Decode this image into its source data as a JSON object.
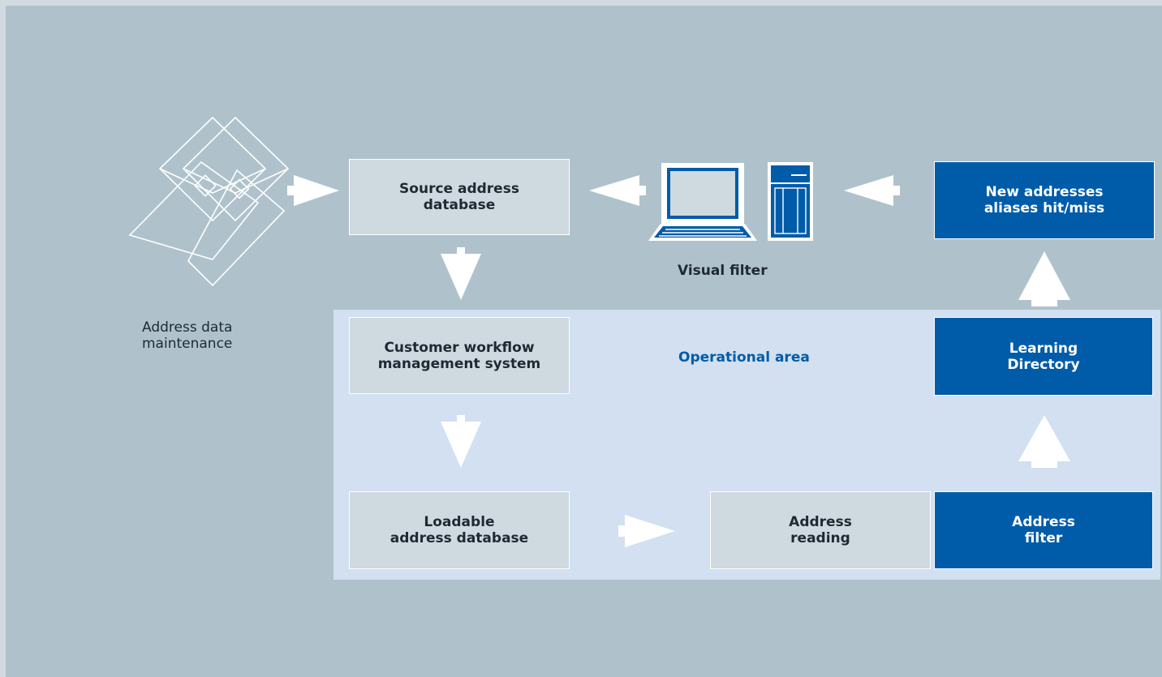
{
  "diagram": {
    "boxes": {
      "source_db": "Source address\ndatabase",
      "workflow": "Customer workflow\nmanagement system",
      "loadable_db": "Loadable\naddress database",
      "address_reading": "Address\nreading",
      "address_filter": "Address\nfilter",
      "learning_directory": "Learning\nDirectory",
      "new_addresses": "New addresses\naliases hit/miss"
    },
    "labels": {
      "maintenance": "Address data\nmaintenance",
      "visual_filter": "Visual filter",
      "operational_area": "Operational area"
    },
    "icons": [
      "envelopes-icon",
      "laptop-icon",
      "server-tower-icon",
      "arrow-icon"
    ]
  },
  "colors": {
    "background": "#afc2cc",
    "operational_area": "#d2e0f1",
    "light_box": "#ced9e0",
    "dark_box": "#005ca9",
    "accent_text": "#005ca9"
  }
}
